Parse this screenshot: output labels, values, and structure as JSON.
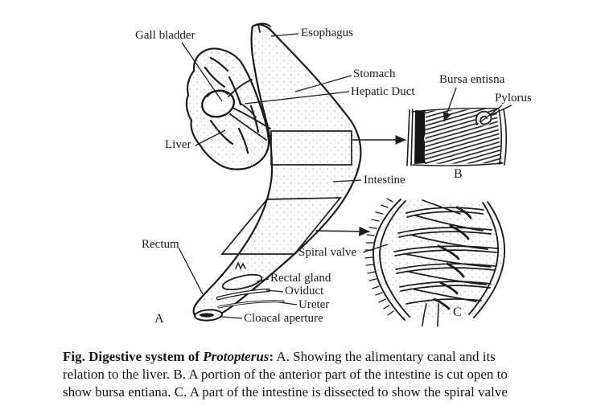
{
  "figure": {
    "labels": {
      "gall_bladder": "Gall bladder",
      "esophagus": "Esophagus",
      "stomach": "Stomach",
      "hepatic_duct": "Hepatic Duct",
      "bursa_entisna": "Bursa entisna",
      "pylorus": "Pylorus",
      "liver": "Liver",
      "intestine": "Intestine",
      "rectum": "Rectum",
      "spiral_valve": "Spiral valve",
      "rectal_gland": "Rectal gland",
      "oviduct": "Oviduct",
      "ureter": "Ureter",
      "cloacal_aperture": "Cloacal aperture"
    },
    "panels": {
      "a": "A",
      "b": "B",
      "c": "C"
    },
    "caption": {
      "line1_bold": "Fig. Digestive system of ",
      "line1_species": "Protopterus",
      "line1_colon": ":",
      "line1_rest": " A. Showing the alimentary canal and its",
      "line2": "relation to the liver. B. A portion of the anterior part of the intestine is cut open to",
      "line3": "show bursa entiana. C. A part of the intestine is dissected to show the spiral valve"
    },
    "colors": {
      "ink": "#1c1c1c",
      "paper": "#ffffff"
    }
  }
}
